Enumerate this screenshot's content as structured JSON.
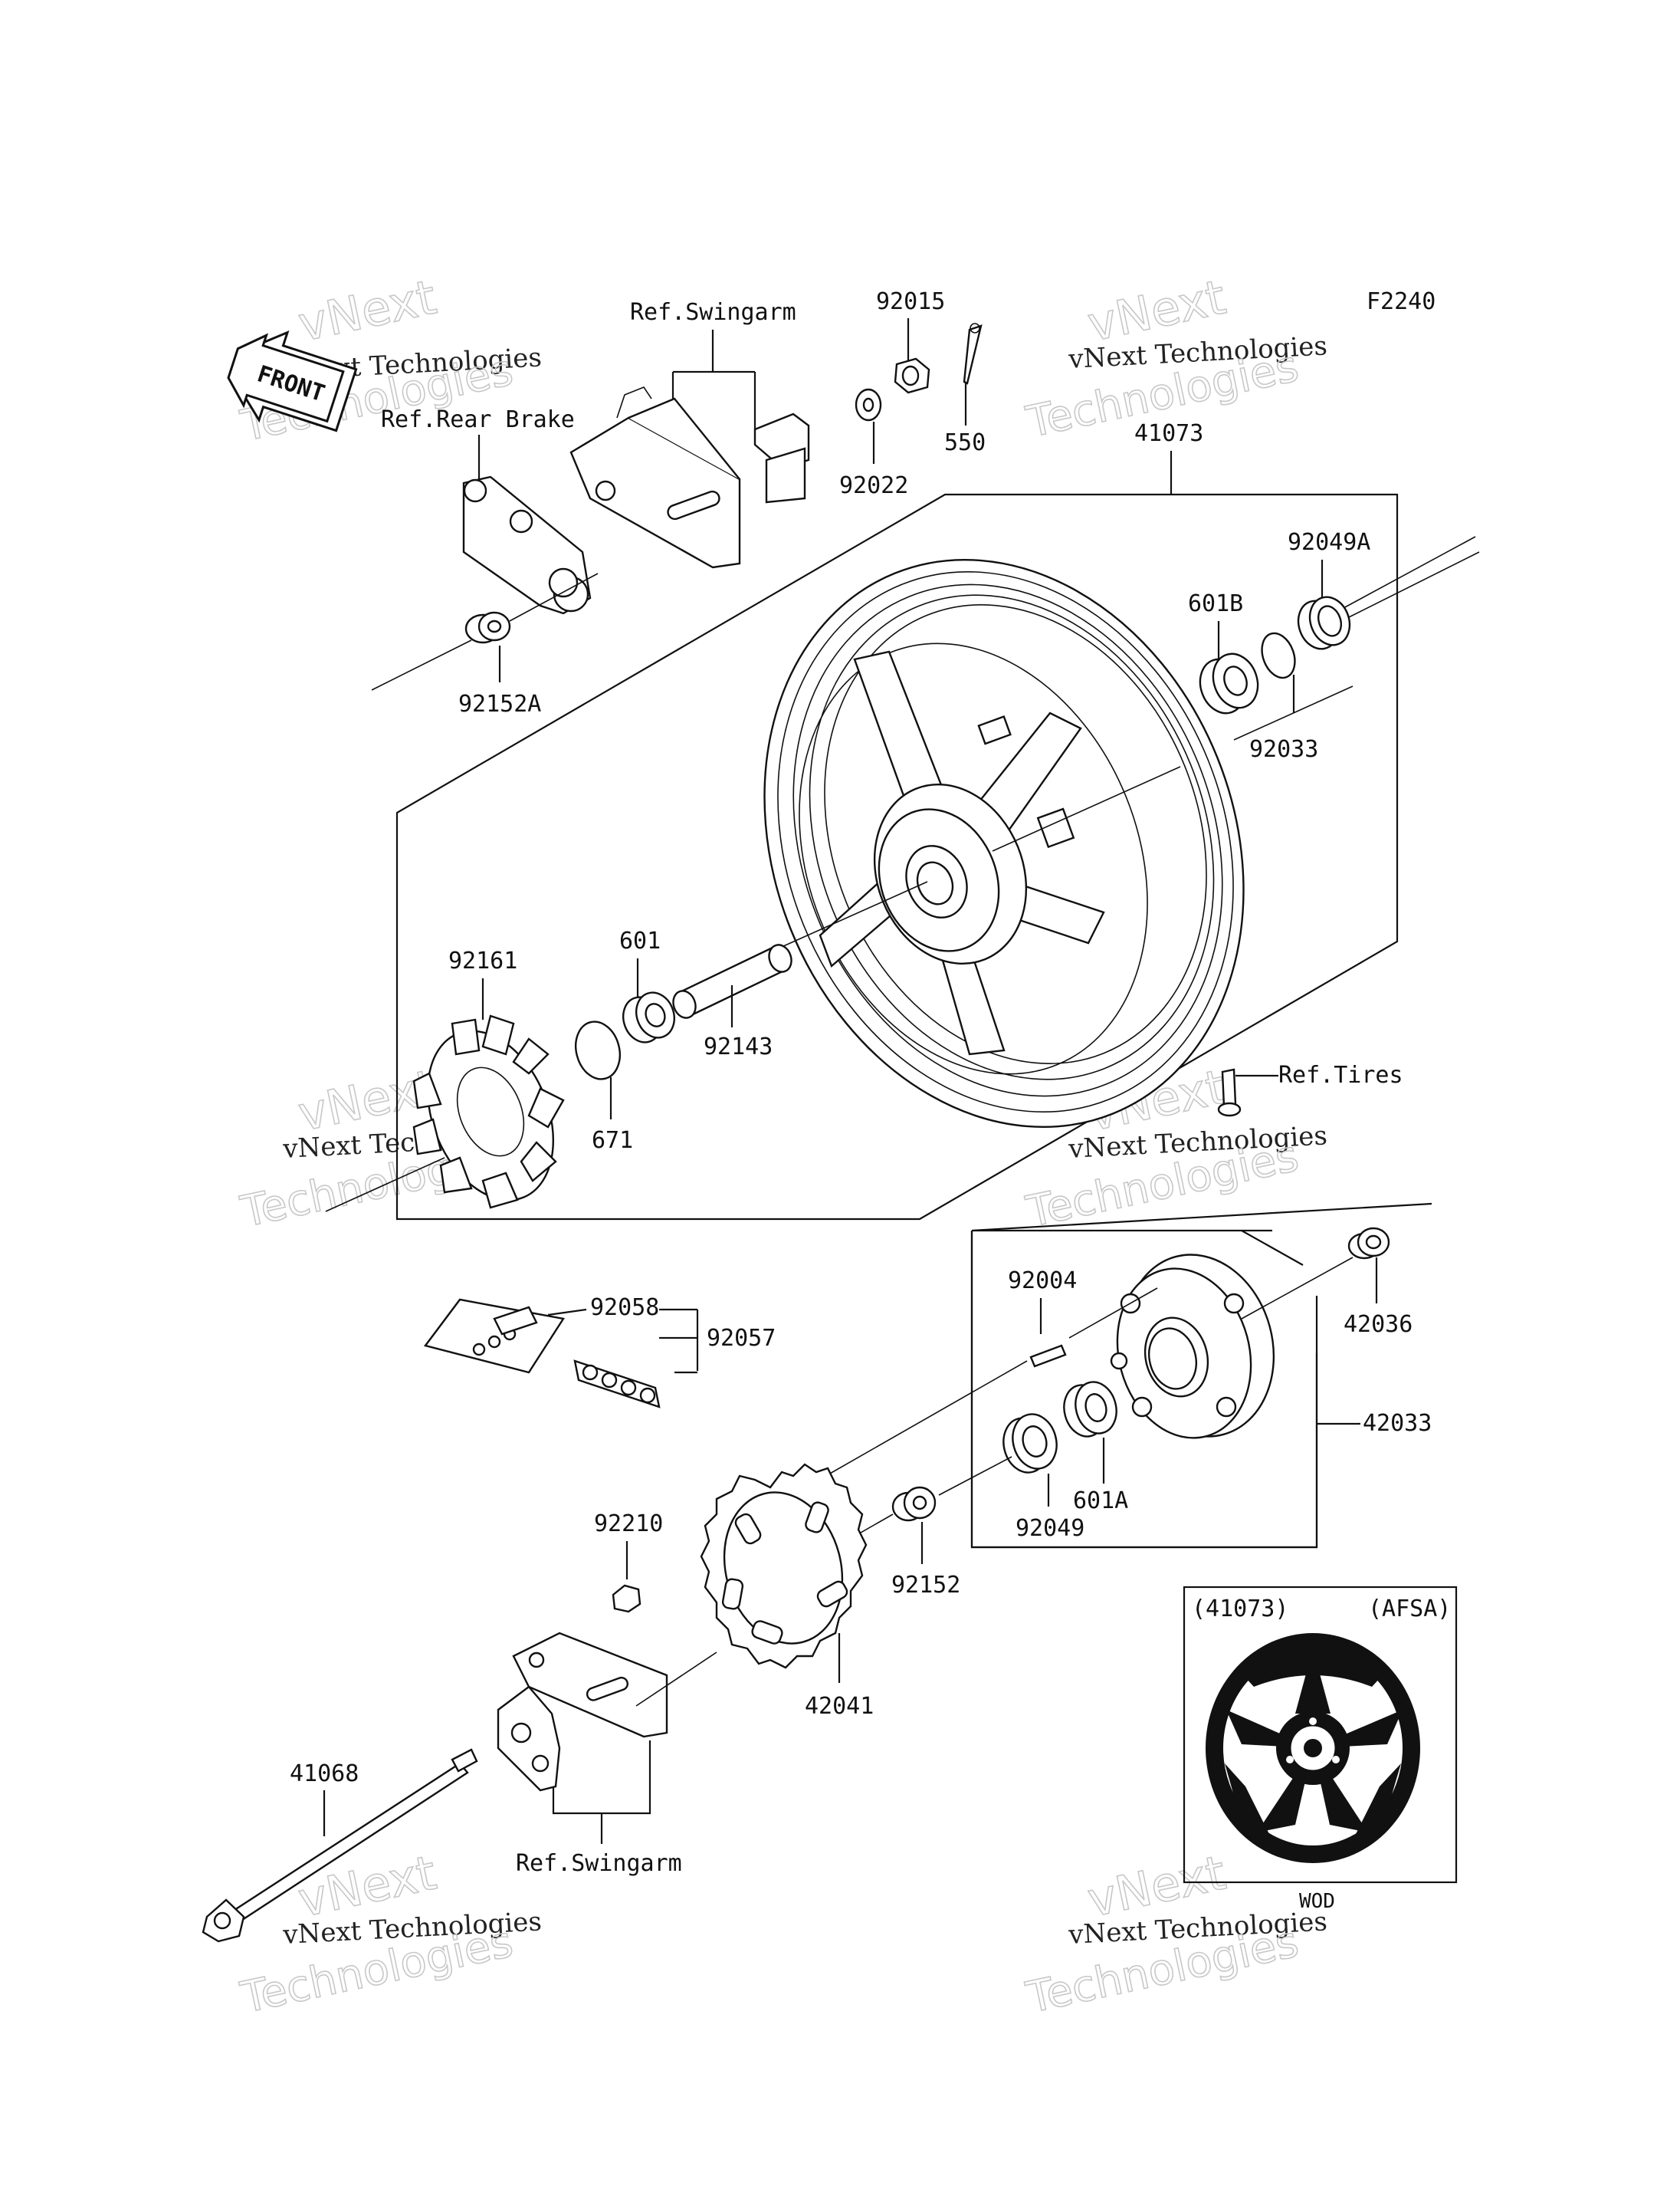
{
  "diagram": {
    "code": "F2240",
    "front_badge": "FRONT",
    "refs": {
      "swingarm_top": "Ref.Swingarm",
      "rear_brake": "Ref.Rear Brake",
      "tires": "Ref.Tires",
      "swingarm_bottom": "Ref.Swingarm"
    },
    "parts": {
      "p92015": "92015",
      "p550": "550",
      "p92022": "92022",
      "p41073": "41073",
      "p92049A": "92049A",
      "p601B": "601B",
      "p92033": "92033",
      "p92152A": "92152A",
      "p92161": "92161",
      "p601": "601",
      "p671": "671",
      "p92143": "92143",
      "p42036": "42036",
      "p92004": "92004",
      "p42033": "42033",
      "p92058": "92058",
      "p92057": "92057",
      "p601A": "601A",
      "p92049": "92049",
      "p92210": "92210",
      "p92152": "92152",
      "p42041": "42041",
      "p41068": "41068"
    },
    "inset": {
      "part_ref": "(41073)",
      "variant": "(AFSA)",
      "color_code": "WOD"
    },
    "watermarks": [
      {
        "line1": "vNext",
        "line2": "vNext Technologies",
        "line3": "Technologies"
      },
      {
        "line1": "vNext",
        "line2": "vNext Technologies",
        "line3": "Technologies"
      },
      {
        "line1": "vNext",
        "line2": "vNext Technologies",
        "line3": "Technologies"
      },
      {
        "line1": "vNext",
        "line2": "vNext Technologies",
        "line3": "Technologies"
      },
      {
        "line1": "vNext",
        "line2": "vNext Technologies",
        "line3": "Technologies"
      },
      {
        "line1": "vNext",
        "line2": "vNext Technologies",
        "line3": "Technologies"
      }
    ]
  }
}
